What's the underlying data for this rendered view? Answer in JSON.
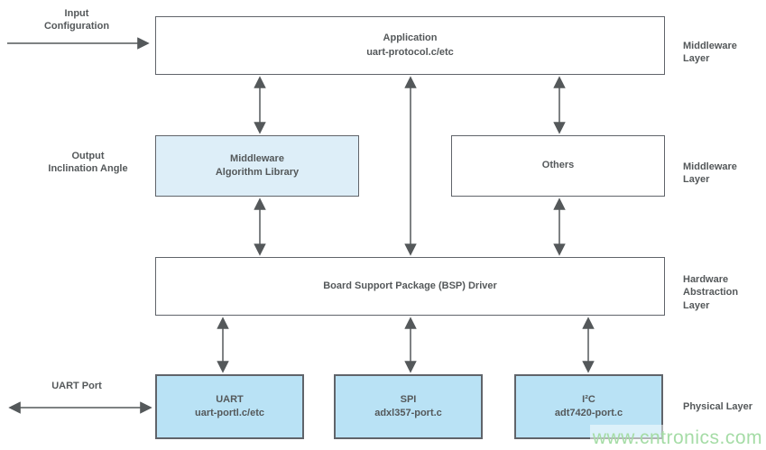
{
  "boxes": {
    "application": {
      "line1": "Application",
      "line2": "uart-protocol.c/etc"
    },
    "middleware_algorithm": {
      "line1": "Middleware",
      "line2": "Algorithm Library"
    },
    "others": {
      "line1": "Others"
    },
    "bsp": {
      "line1": "Board Support Package (BSP) Driver"
    },
    "uart": {
      "line1": "UART",
      "line2": "uart-portl.c/etc"
    },
    "spi": {
      "line1": "SPI",
      "line2": "adxl357-port.c"
    },
    "i2c": {
      "line1": "I²C",
      "line2": "adt7420-port.c"
    }
  },
  "layer_labels": {
    "application": "Middleware Layer",
    "middleware": "Middleware Layer",
    "hal_line1": "Hardware",
    "hal_line2": "Abstraction Layer",
    "physical": "Physical Layer"
  },
  "annotations": {
    "input_line1": "Input",
    "input_line2": "Configuration",
    "output_line1": "Output",
    "output_line2": "Inclination Angle",
    "uart_port": "UART Port"
  },
  "watermark": {
    "text": "www.cntronics.com"
  },
  "colors": {
    "background": "#ffffff",
    "box_border": "#60646a",
    "text": "#54585a",
    "arrow": "#54585a",
    "fill_light_blue": "#ddeef8",
    "fill_blue": "#b9e2f5",
    "watermark_green": "#a5dca6"
  }
}
